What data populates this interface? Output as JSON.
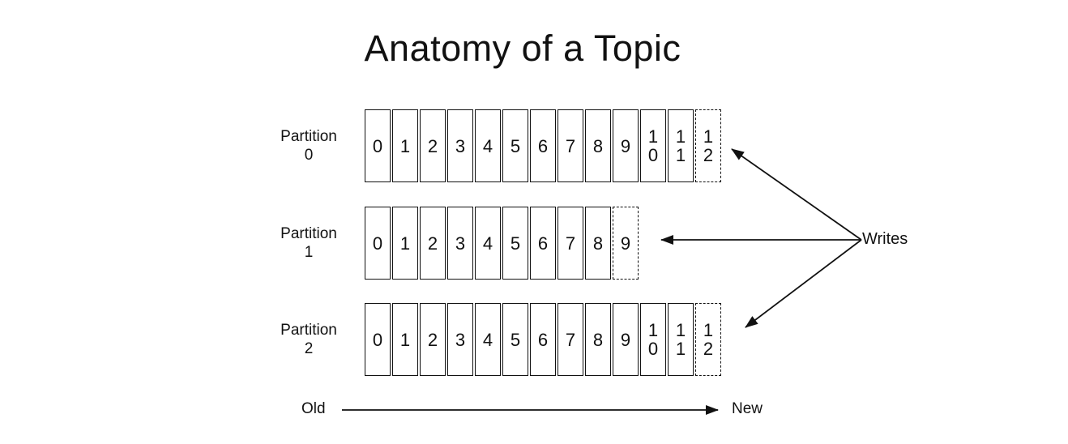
{
  "title": "Anatomy of a Topic",
  "partitions": [
    {
      "name": "Partition",
      "number": "0",
      "cells": [
        "0",
        "1",
        "2",
        "3",
        "4",
        "5",
        "6",
        "7",
        "8",
        "9",
        "10",
        "11"
      ],
      "pending_cells": [
        "12"
      ]
    },
    {
      "name": "Partition",
      "number": "1",
      "cells": [
        "0",
        "1",
        "2",
        "3",
        "4",
        "5",
        "6",
        "7",
        "8"
      ],
      "pending_cells": [
        "9"
      ]
    },
    {
      "name": "Partition",
      "number": "2",
      "cells": [
        "0",
        "1",
        "2",
        "3",
        "4",
        "5",
        "6",
        "7",
        "8",
        "9",
        "10",
        "11"
      ],
      "pending_cells": [
        "12"
      ]
    }
  ],
  "writes": {
    "label": "Writes"
  },
  "axis": {
    "old": "Old",
    "new": "New"
  },
  "colors": {
    "ink": "#111111",
    "background": "#ffffff"
  }
}
